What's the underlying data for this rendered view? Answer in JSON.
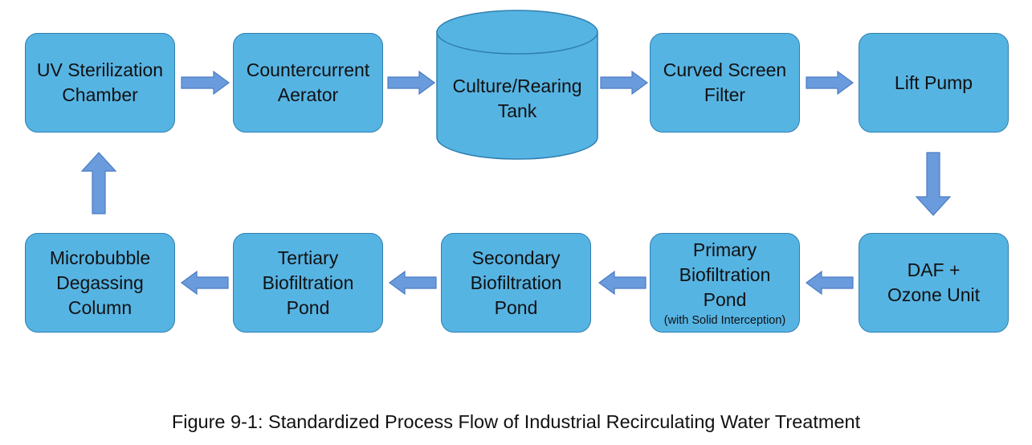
{
  "nodes": {
    "uv": {
      "label": "UV Sterilization\nChamber"
    },
    "aerator": {
      "label": "Countercurrent\nAerator"
    },
    "tank": {
      "label": "Culture/Rearing\nTank"
    },
    "filter": {
      "label": "Curved Screen\nFilter"
    },
    "pump": {
      "label": "Lift Pump"
    },
    "daf": {
      "label": "DAF +\nOzone Unit"
    },
    "primary": {
      "label": "Primary\nBiofiltration\nPond",
      "note": "(with Solid Interception)"
    },
    "secondary": {
      "label": "Secondary\nBiofiltration\nPond"
    },
    "tertiary": {
      "label": "Tertiary\nBiofiltration\nPond"
    },
    "degas": {
      "label": "Microbubble\nDegassing\nColumn"
    }
  },
  "flow": [
    [
      "UV Sterilization Chamber",
      "Countercurrent Aerator"
    ],
    [
      "Countercurrent Aerator",
      "Culture/Rearing Tank"
    ],
    [
      "Culture/Rearing Tank",
      "Curved Screen Filter"
    ],
    [
      "Curved Screen Filter",
      "Lift Pump"
    ],
    [
      "Lift Pump",
      "DAF + Ozone Unit"
    ],
    [
      "DAF + Ozone Unit",
      "Primary Biofiltration Pond"
    ],
    [
      "Primary Biofiltration Pond",
      "Secondary Biofiltration Pond"
    ],
    [
      "Secondary Biofiltration Pond",
      "Tertiary Biofiltration Pond"
    ],
    [
      "Tertiary Biofiltration Pond",
      "Microbubble Degassing Column"
    ],
    [
      "Microbubble Degassing Column",
      "UV Sterilization Chamber"
    ]
  ],
  "caption": "Figure 9-1: Standardized Process Flow of Industrial Recirculating Water Treatment",
  "colors": {
    "node_fill": "#56b4e3",
    "node_border": "#2f7fb0",
    "arrow_fill": "#6a9bdc",
    "arrow_stroke": "#4a7bc4"
  }
}
